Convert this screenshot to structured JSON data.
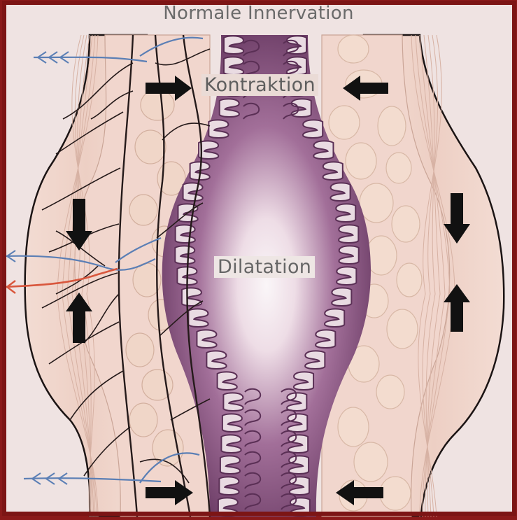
{
  "diagram": {
    "title": "Normale Innervation",
    "label_contraction": "Kontraktion",
    "label_dilatation": "Dilatation"
  },
  "colors": {
    "frame": "#8a1a1a",
    "background": "#efe3e2",
    "wall": "#efd2c8",
    "muscle_lines": "#d9b8aa",
    "mucosa": "#6e3f66",
    "lumen_center": "#f7f0f3",
    "nerve": "#2a1e1e",
    "nerve_blue": "#5b7fb5",
    "nerve_red": "#d9573d",
    "arrow": "#111111"
  },
  "icons": {
    "arrow": "arrow-icon"
  }
}
